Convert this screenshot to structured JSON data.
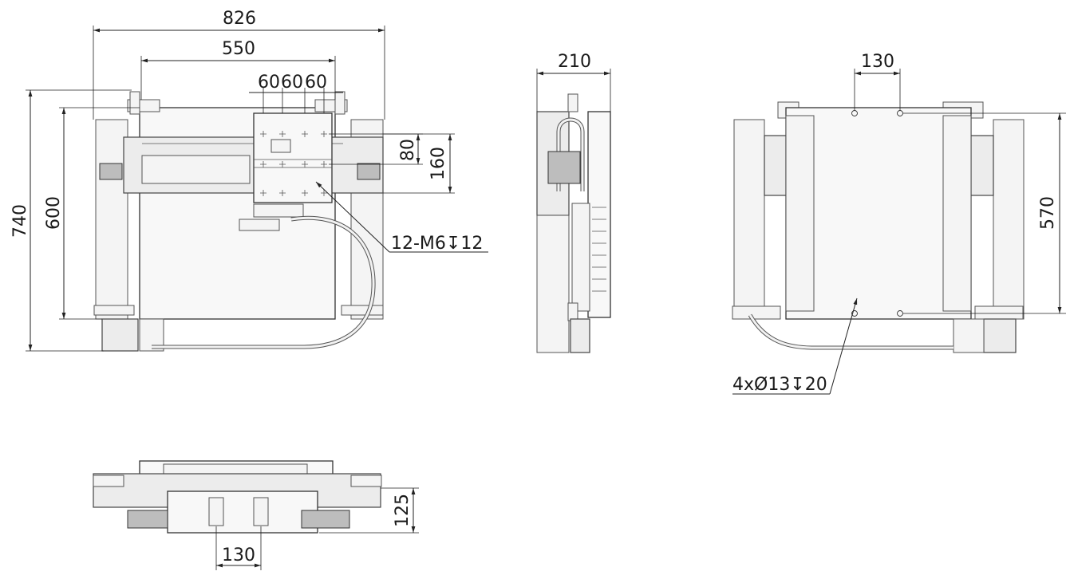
{
  "drawing": {
    "views": {
      "front": {
        "dim_overall_width": "826",
        "dim_table_width": "550",
        "dim_hole_pitch_1": "60",
        "dim_hole_pitch_2": "60",
        "dim_hole_pitch_3": "60",
        "dim_hole_row_pitch": "80",
        "dim_carriage_depth": "160",
        "dim_overall_depth": "740",
        "dim_frame_depth": "600",
        "callout_tapped_holes": "12-M6↧12"
      },
      "side": {
        "dim_height": "210"
      },
      "rear": {
        "dim_hole_spacing_x": "130",
        "dim_hole_spacing_y": "570",
        "callout_mount_holes": "4xØ13↧20"
      },
      "bottom": {
        "dim_foot_spacing": "130",
        "dim_height": "125"
      }
    }
  }
}
